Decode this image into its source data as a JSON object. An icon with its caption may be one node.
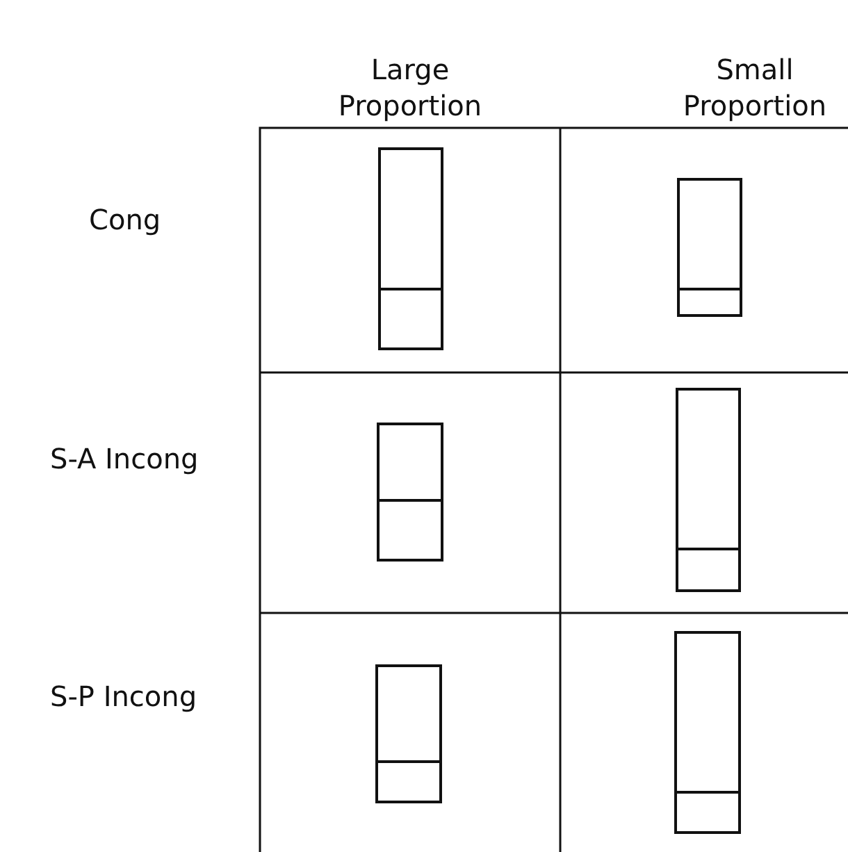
{
  "diagram": {
    "labels": [
      "Large Proportion",
      "Small Proportion",
      "Cong",
      "S-A Incong",
      "S-P Incong"
    ]
  }
}
